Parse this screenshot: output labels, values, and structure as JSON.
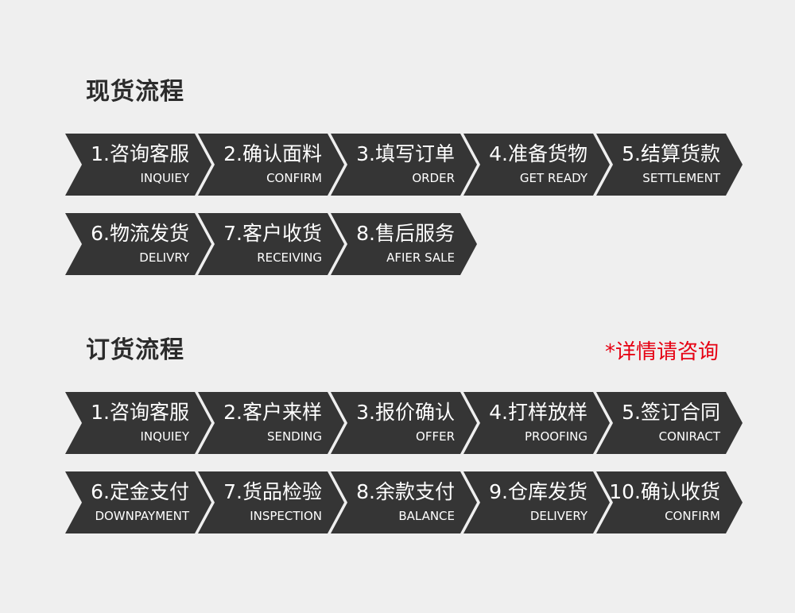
{
  "sections": [
    {
      "title": "现货流程",
      "rows": [
        [
          {
            "cn": "1.咨询客服",
            "en": "INQUIEY"
          },
          {
            "cn": "2.确认面料",
            "en": "CONFIRM"
          },
          {
            "cn": "3.填写订单",
            "en": "ORDER"
          },
          {
            "cn": "4.准备货物",
            "en": "GET READY"
          },
          {
            "cn": "5.结算货款",
            "en": "SETTLEMENT"
          }
        ],
        [
          {
            "cn": "6.物流发货",
            "en": "DELIVRY"
          },
          {
            "cn": "7.客户收货",
            "en": "RECEIVING"
          },
          {
            "cn": "8.售后服务",
            "en": "AFIER SALE"
          }
        ]
      ]
    },
    {
      "title": "订货流程",
      "note": "*详情请咨询",
      "rows": [
        [
          {
            "cn": "1.咨询客服",
            "en": "INQUIEY"
          },
          {
            "cn": "2.客户来样",
            "en": "SENDING"
          },
          {
            "cn": "3.报价确认",
            "en": "OFFER"
          },
          {
            "cn": "4.打样放样",
            "en": "PROOFING"
          },
          {
            "cn": "5.签订合同",
            "en": "CONIRACT"
          }
        ],
        [
          {
            "cn": "6.定金支付",
            "en": "DOWNPAYMENT"
          },
          {
            "cn": "7.货品检验",
            "en": "INSPECTION"
          },
          {
            "cn": "8.余款支付",
            "en": "BALANCE"
          },
          {
            "cn": "9.仓库发货",
            "en": "DELIVERY"
          },
          {
            "cn": "10.确认收货",
            "en": "CONFIRM"
          }
        ]
      ]
    }
  ],
  "colors": {
    "background": "#efefef",
    "step_fill": "#353535",
    "title_text": "#2b2b2b",
    "step_text": "#ffffff",
    "note_text": "#e60012"
  }
}
